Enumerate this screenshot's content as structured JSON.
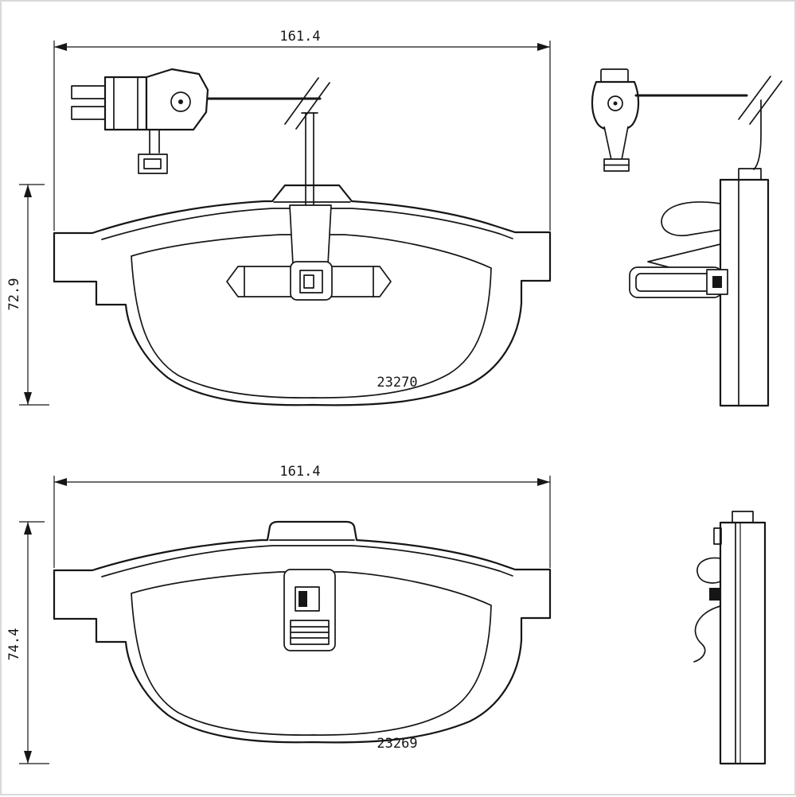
{
  "meta": {
    "background": "#ffffff",
    "frame_color": "#d9d9d9",
    "line_color": "#161616"
  },
  "views": {
    "top": {
      "part_number": "23270",
      "width_dim": "161.4",
      "height_dim": "72.9"
    },
    "bottom": {
      "part_number": "23269",
      "width_dim": "161.4",
      "height_dim": "74.4"
    }
  }
}
